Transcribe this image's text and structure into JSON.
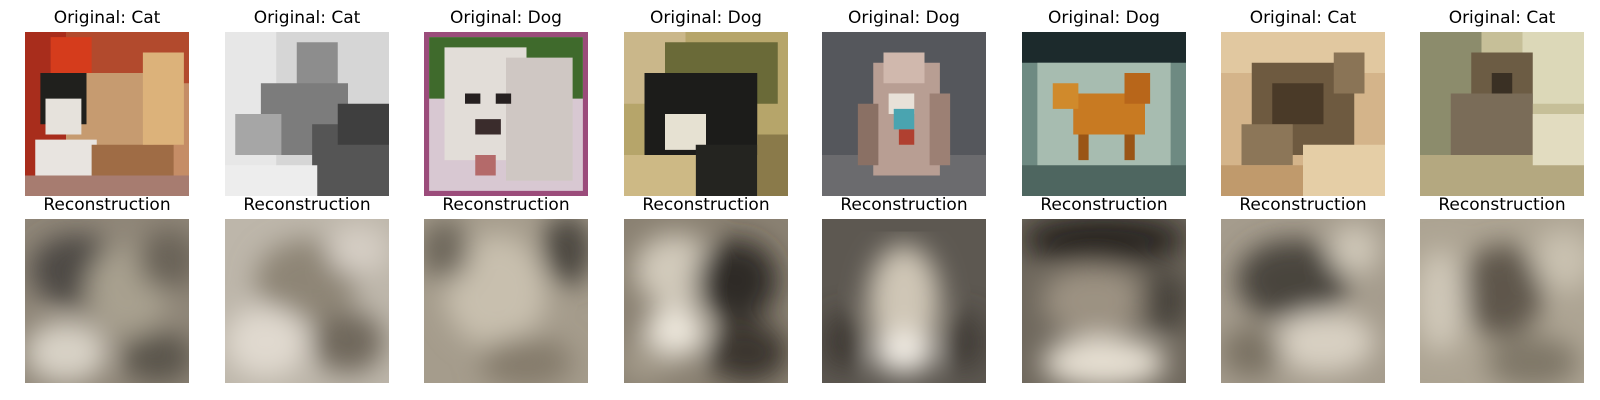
{
  "figure": {
    "row_label_reconstruction": "Reconstruction",
    "samples": [
      {
        "original_title": "Original: Cat",
        "original_label": "Cat"
      },
      {
        "original_title": "Original: Cat",
        "original_label": "Cat"
      },
      {
        "original_title": "Original: Dog",
        "original_label": "Dog"
      },
      {
        "original_title": "Original: Dog",
        "original_label": "Dog"
      },
      {
        "original_title": "Original: Dog",
        "original_label": "Dog"
      },
      {
        "original_title": "Original: Dog",
        "original_label": "Dog"
      },
      {
        "original_title": "Original: Cat",
        "original_label": "Cat"
      },
      {
        "original_title": "Original: Cat",
        "original_label": "Cat"
      }
    ]
  }
}
